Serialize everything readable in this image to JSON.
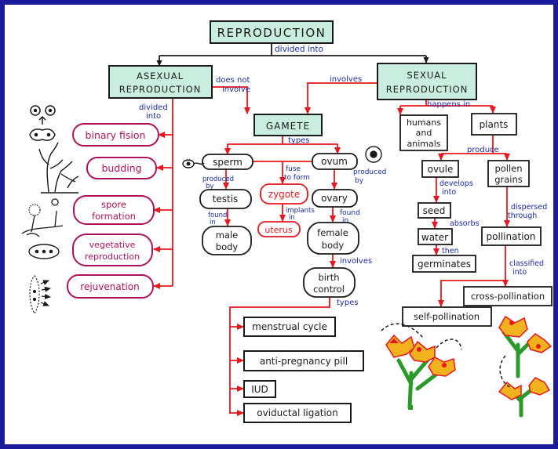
{
  "title": "REPRODUCTION",
  "root_link": "divided into",
  "branches": {
    "asexual": {
      "line1": "ASEXUAL",
      "line2": "REPRODUCTION"
    },
    "sexual": {
      "line1": "SEXUAL",
      "line2": "REPRODUCTION"
    }
  },
  "gamete": "GAMETE",
  "links": {
    "does_not_involve_1": "does not",
    "does_not_involve_2": "involve",
    "involves": "involves",
    "asexual_divided_1": "divided",
    "asexual_divided_2": "into",
    "types": "types",
    "happens_in": "happens in",
    "produced_by_1": "produced",
    "produced_by_2": "by",
    "found_in_1": "found",
    "found_in_2": "in",
    "fuse_1": "fuse",
    "fuse_2": "to form",
    "implants_1": "implants",
    "implants_2": "in",
    "produced_by_r1": "produced",
    "produced_by_r2": "by",
    "found_in_r1": "found",
    "found_in_r2": "in",
    "involves_2": "involves",
    "types_2": "types",
    "produce": "produce",
    "develops_1": "develops",
    "develops_2": "into",
    "absorbs": "absorbs",
    "then": "then",
    "dispersed_1": "dispersed",
    "dispersed_2": "through",
    "classified_1": "classified",
    "classified_2": "into"
  },
  "asexual_types": [
    "binary fision",
    "budding",
    "spore formation",
    "vegetative reproduction",
    "rejuvenation"
  ],
  "asexual_types_lines": [
    [
      "binary fision"
    ],
    [
      "budding"
    ],
    [
      "spore",
      "formation"
    ],
    [
      "vegetative",
      "reproduction"
    ],
    [
      "rejuvenation"
    ]
  ],
  "gamete_types": {
    "sperm": "sperm",
    "ovum": "ovum"
  },
  "sperm_chain": {
    "testis": "testis",
    "male_body_1": "male",
    "male_body_2": "body"
  },
  "zygote_chain": {
    "zygote": "zygote",
    "uterus": "uterus"
  },
  "ovum_chain": {
    "ovary": "ovary",
    "female_body_1": "female",
    "female_body_2": "body",
    "birth_control_1": "birth",
    "birth_control_2": "control"
  },
  "birth_control_types": [
    "menstrual cycle",
    "anti-pregnancy pill",
    "IUD",
    "oviductal ligation"
  ],
  "sexual_places": {
    "humans_1": "humans",
    "humans_2": "and",
    "humans_3": "animals",
    "plants": "plants"
  },
  "plant_chain": {
    "ovule": "ovule",
    "seed": "seed",
    "water": "water",
    "germinates": "germinates",
    "pollen_1": "pollen",
    "pollen_2": "grains",
    "pollination": "pollination",
    "cross": "cross-pollination",
    "self": "self-pollination"
  },
  "colors": {
    "frame": "#1a1a9a",
    "link_text": "#1a2aa8",
    "arrow": "#e8161e",
    "teal": "#c9eee0",
    "pink_text": "#b0105a",
    "ink": "#1a1a1a"
  }
}
